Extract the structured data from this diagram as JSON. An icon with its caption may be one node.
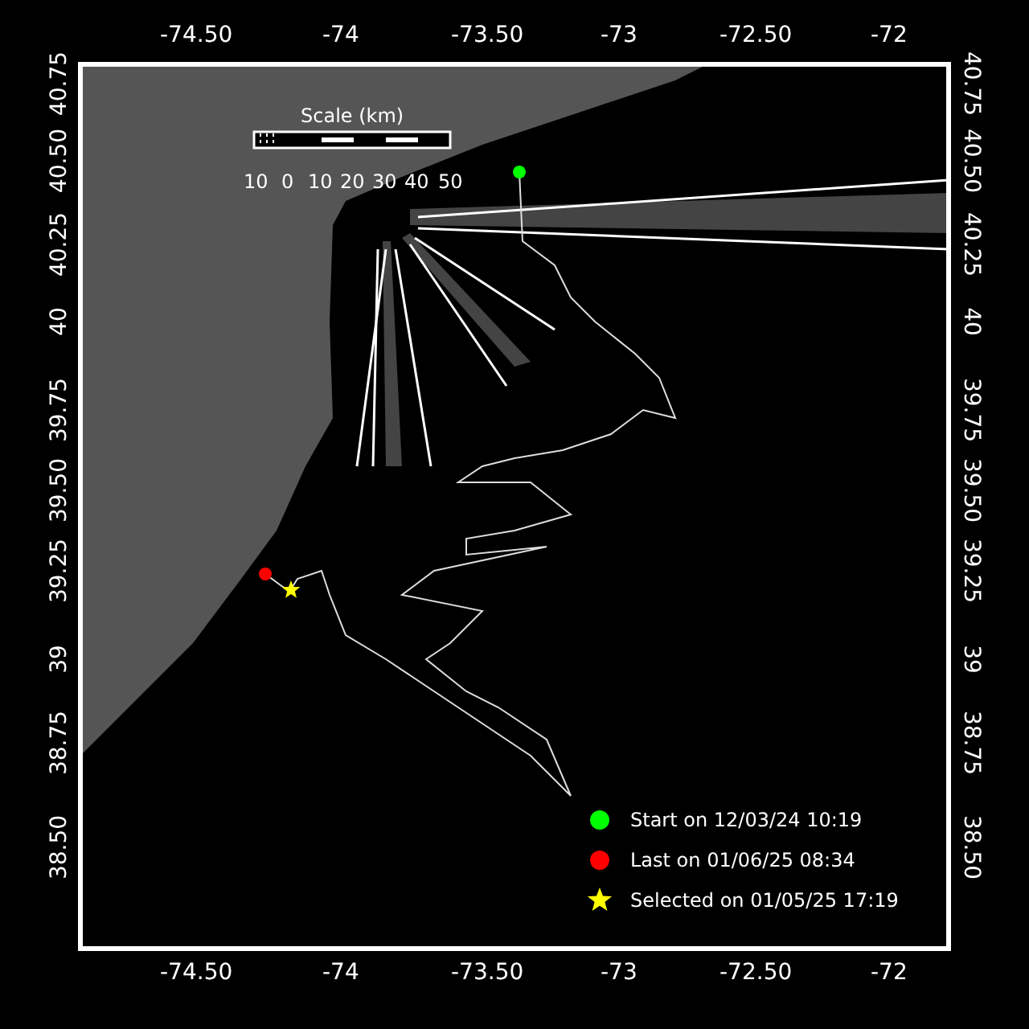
{
  "diagram": {
    "labels": [
      "-74.50",
      "-74",
      "-73.50",
      "-73",
      "-72.50",
      "-72",
      "40.75",
      "40.50",
      "40.25",
      "40",
      "39.75",
      "39.50",
      "39.25",
      "39",
      "38.75",
      "38.50",
      "40.75",
      "40.50",
      "40.25",
      "40",
      "39.75",
      "39.50",
      "39.25",
      "39",
      "38.75",
      "38.50",
      "-74.50",
      "-74",
      "-73.50",
      "-73",
      "-72.50",
      "-72",
      "Scale (km)",
      "10",
      "0",
      "10",
      "20",
      "30",
      "40",
      "50"
    ],
    "legend": [
      {
        "text": "Start on 12/03/24 10:19",
        "color": "#00ff00"
      },
      {
        "text": "Last on 01/06/25 08:34",
        "color": "#ff0000"
      },
      {
        "text": "Selected on 01/05/25 17:19",
        "color": "#ffff00"
      }
    ]
  }
}
